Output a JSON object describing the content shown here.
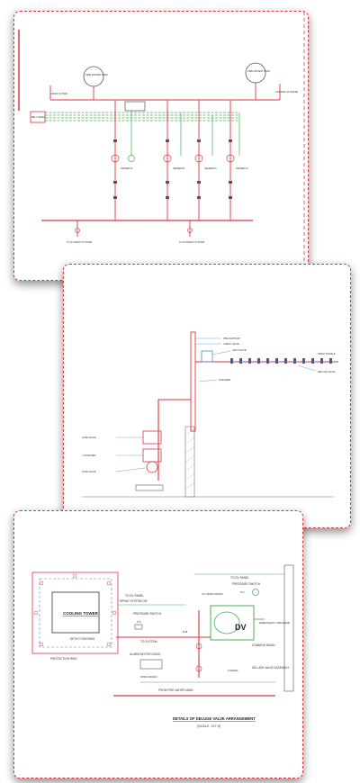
{
  "drawing1": {
    "panel_label": "BELL PANEL",
    "tank_left": "FIRE WATER TANK",
    "tank_right": "FIRE WATER TANK",
    "tank_left_note": "DRAIN OF BAIN",
    "tank_right_note": "SOURCE OF WATER",
    "header_label": "TO HYDRANT SYSTEM",
    "header_label_2": "TO HYDRANT SYSTEM"
  },
  "drawing2": {
    "callouts_top": [
      "PIPE SUPPORT",
      "CHECK VALVE",
      "VENT VALVE"
    ],
    "right_callouts": [
      "SPRAY NOZZLE",
      "DELUGE VALVE",
      "STRAINER"
    ],
    "left_callouts": [
      "GATE VALVE",
      "Y-STRAINER",
      "GATE VALVE"
    ]
  },
  "drawing3": {
    "tower_label": "COOLING TOWER",
    "detection_ring": "DETECTION RING",
    "protection_ring": "PROTECTION RING",
    "to_dv_panel_1": "TO DV PANEL",
    "spray_on": "\"SPRAY SYSTEM ON\"",
    "pressure_switch_1": "PRESSURE SWITCH",
    "ps_tag": "P.S",
    "to_system": "TO SYSTEM",
    "size_tag": "8\"Ø",
    "to_dv_panel_2": "TO DV PANEL",
    "pressure_switch_2": "PRESSURE SWITCH",
    "ps_tag_2": "P.S",
    "to_open_drain": "TO OPEN DRAIN",
    "dv_label": "DV",
    "emergency": "EMERGENCY RELEASE",
    "common_drain": "COMMON DRAIN",
    "alarm_motor_gong": "ALARM MOTOR GONG",
    "open_drain": "OPEN DRAIN",
    "funnel": "FUNNEL",
    "deluge_assembly": "DELUGE VALVE ASSEMBLY",
    "from_fire_main": "FROM FIRE WATER MAIN",
    "title": "DETAILS OF DELUGE VALVE ARRANGEMENT",
    "scale": "(SCALE - N.T.S)"
  }
}
